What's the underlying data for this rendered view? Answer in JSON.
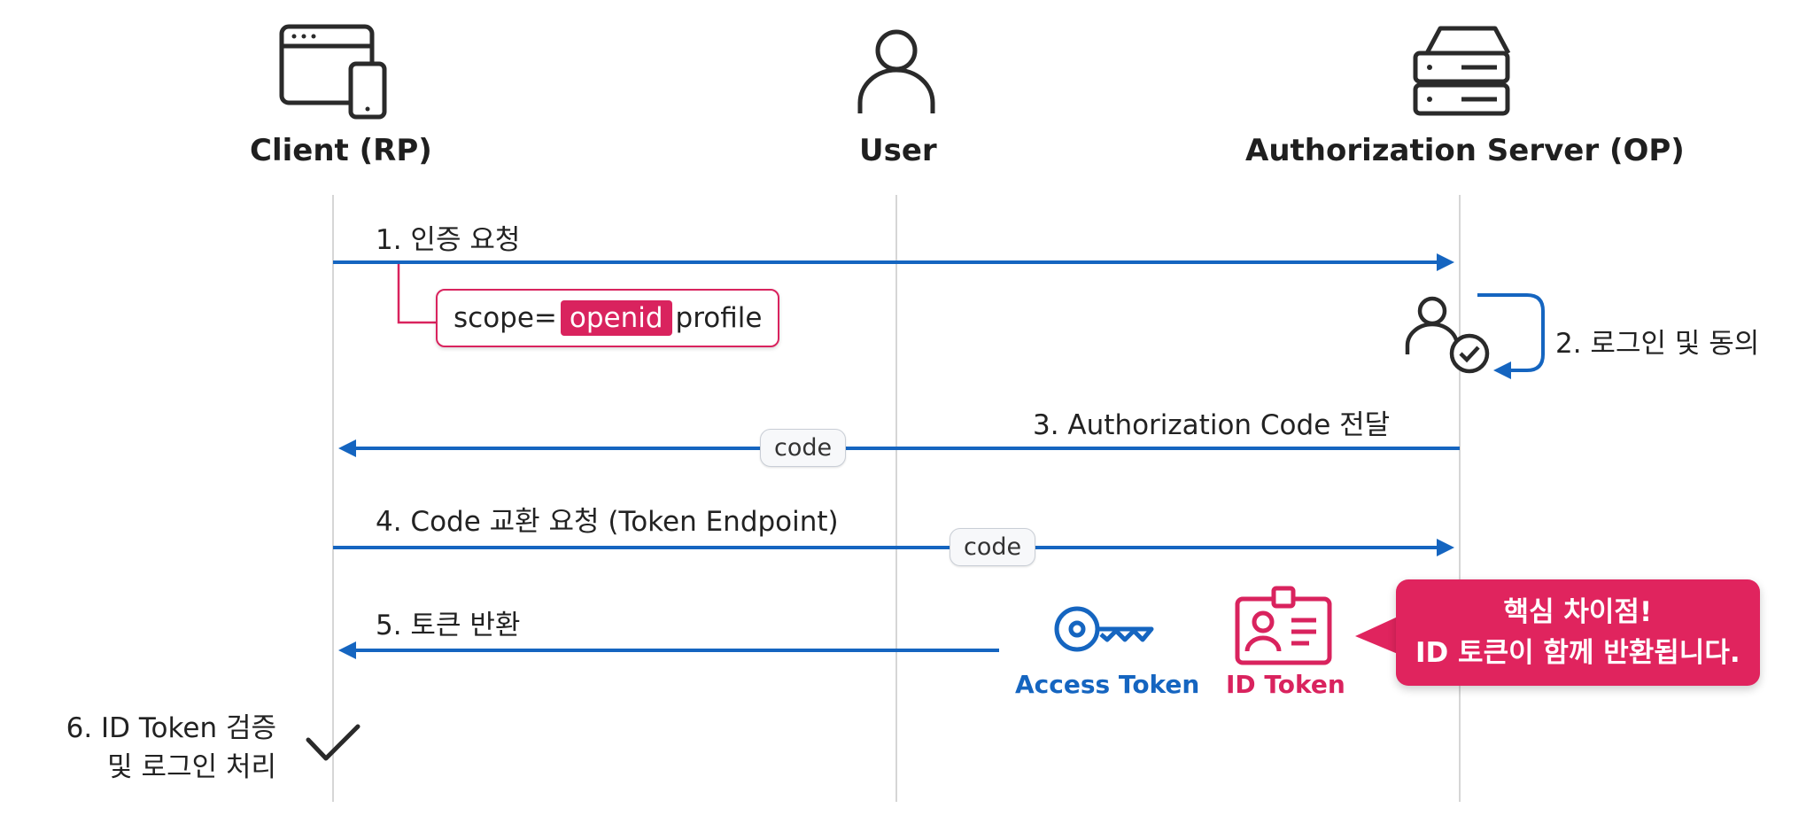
{
  "actors": {
    "client": {
      "label": "Client (RP)",
      "icon": "browser-mobile-icon"
    },
    "user": {
      "label": "User",
      "icon": "user-icon"
    },
    "server": {
      "label": "Authorization Server (OP)",
      "icon": "server-icon"
    }
  },
  "steps": {
    "s1": {
      "label": "1. 인증 요청"
    },
    "s2": {
      "label": "2. 로그인 및 동의"
    },
    "s3": {
      "label": "3. Authorization Code 전달",
      "chip": "code"
    },
    "s4": {
      "label": "4. Code 교환 요청 (Token Endpoint)",
      "chip": "code"
    },
    "s5": {
      "label": "5. 토큰 반환"
    },
    "s6": {
      "line1": "6. ID Token 검증",
      "line2": "및 로그인 처리"
    }
  },
  "scope": {
    "prefix": "scope=",
    "highlight": "openid",
    "suffix": "profile"
  },
  "tokens": {
    "access": {
      "label": "Access Token",
      "icon": "key-icon",
      "color": "#1565c0"
    },
    "id": {
      "label": "ID Token",
      "icon": "id-badge-icon",
      "color": "#d9235e"
    }
  },
  "callout": {
    "line1": "핵심 차이점!",
    "line2": "ID 토큰이 함께 반환됩니다."
  },
  "colors": {
    "arrow": "#1565c0",
    "accent": "#d9235e",
    "callout_bg": "#e0245e",
    "lifeline": "#d6d6d6"
  }
}
